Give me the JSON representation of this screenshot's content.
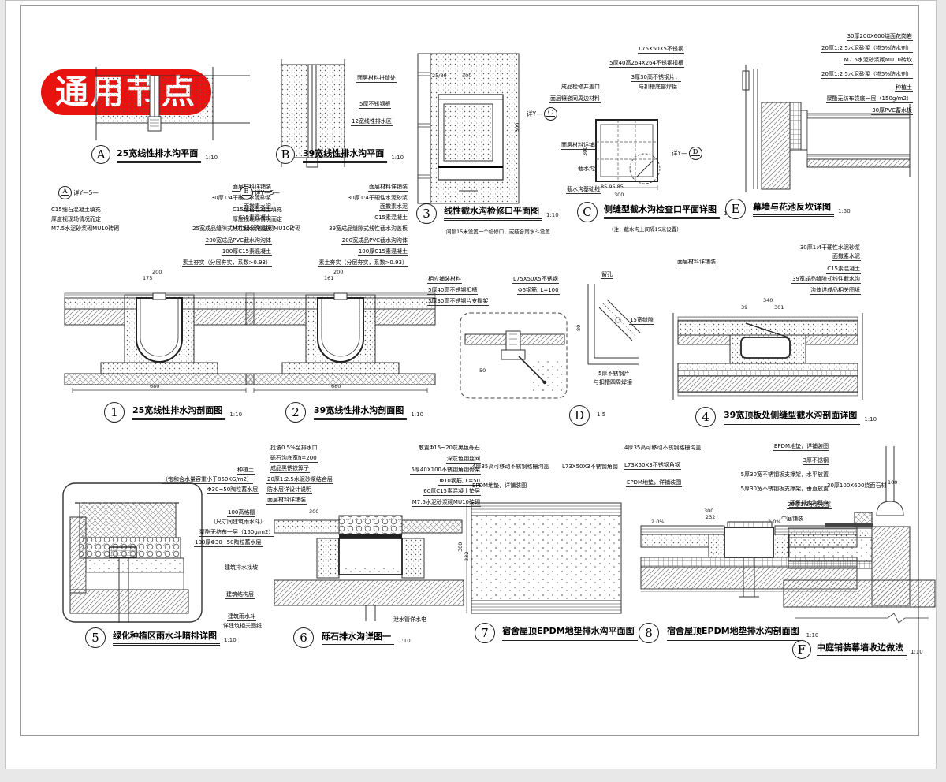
{
  "stamp": {
    "text": "通用节点"
  },
  "refs": {
    "y5": "详Y—5—",
    "y": "详Y—"
  },
  "details": {
    "A": {
      "sn": "A",
      "title": "25宽线性排水沟平面",
      "scale": "1:10"
    },
    "B": {
      "sn": "B",
      "title": "39宽线性排水沟平面",
      "scale": "1:10",
      "labels": [
        "面层材料拼缝处",
        "5厚不锈钢板",
        "12宽线性排水区"
      ]
    },
    "n3": {
      "sn": "3",
      "title": "线性截水沟检修口平面图",
      "scale": "1:10",
      "note": "间隔15米设置一个检修口，或结合雨水斗设置",
      "ref_circle": "C",
      "labels": [
        "成品检修井盖口",
        "面层镶嵌同周边材料",
        "面层材料详铺装",
        "截水沟缝",
        "截水沟基础线"
      ],
      "dims": [
        "25/39",
        "300",
        "300"
      ]
    },
    "C": {
      "sn": "C",
      "title": "侧缝型截水沟检查口平面详图",
      "scale": "1:10",
      "note": "（注：截水沟上间隔15米设置）",
      "ref_circle": "D",
      "labels": [
        "L75X50X5不锈钢",
        "5厚40高264X264不锈钢扣槽",
        "3厚30高不锈钢片，",
        "与扣槽底部焊接"
      ],
      "dims": [
        "300",
        "300",
        "85  95  85"
      ]
    },
    "E": {
      "sn": "E",
      "title": "幕墙与花池反坎详图",
      "scale": "1:50",
      "labels": [
        "30厚200X600烧面花岗岩",
        "20厚1:2.5水泥砂浆（掺5%防水剂）",
        "M7.5水泥砂浆砌MU10砖坎",
        "20厚1:2.5水泥砂浆（掺5%防水剂）",
        "种植土",
        "聚酯无纺布袋底一层（150g/m2）",
        "30厚PVC蓄水板"
      ]
    },
    "n1": {
      "sn": "1",
      "title": "25宽线性排水沟剖面图",
      "scale": "1:10",
      "ref_circle": "A",
      "side": [
        "C15细石混凝土填充",
        "厚度视现场情况而定",
        "M7.5水泥砂浆砌MU10砖砌"
      ],
      "labels": [
        "面层材料详铺装",
        "30厚1:4干硬性水泥砂浆",
        "面撒素水泥",
        "C15素混凝土",
        "25宽成品缝隙式线性截水沟盖板",
        "200宽成品PVC截水沟沟体",
        "100厚C15素混凝土",
        "素土夯实（分层夯实，系数>0.93）"
      ],
      "dims": [
        "200",
        "175",
        "680"
      ]
    },
    "n2": {
      "sn": "2",
      "title": "39宽线性排水沟剖面图",
      "scale": "1:10",
      "ref_circle": "B",
      "side": [
        "C15细石混凝土填充",
        "厚度视现场情况而定",
        "M7.5水泥砂浆砌MU10砖砌"
      ],
      "labels": [
        "面层材料详铺装",
        "30厚1:4干硬性水泥砂浆",
        "面撒素水泥",
        "C15素混凝土",
        "39宽成品缝隙式线性截水沟盖板",
        "200宽成品PVC截水沟沟体",
        "100厚C15素混凝土",
        "素土夯实（分层夯实，系数>0.93）"
      ],
      "dims": [
        "200",
        "161",
        "680"
      ]
    },
    "D": {
      "sn": "D",
      "scale": "1:5",
      "left_labels": [
        "相应铺装材料",
        "5厚40高不锈钢扣槽",
        "3厚30高不锈钢片支撑架"
      ],
      "right_labels": [
        "L75X50X5不锈钢",
        "Φ6钢筋, L=100"
      ],
      "sub_labels": [
        "留孔",
        "15宽缝隙",
        "5厚不锈钢片",
        "与扣槽四周焊接"
      ],
      "dims": [
        "50",
        "80"
      ]
    },
    "n4": {
      "sn": "4",
      "title": "39宽顶板处侧缝型截水沟剖面详图",
      "scale": "1:10",
      "left_label": "面层材料详铺装",
      "labels": [
        "30厚1:4干硬性水泥砂浆",
        "面撒素水泥",
        "C15素混凝土",
        "39宽成品缝隙式线性截水沟",
        "沟体详成品相关图纸"
      ],
      "dims": [
        "340",
        "39",
        "301"
      ]
    },
    "n5": {
      "sn": "5",
      "title": "绿化种植区雨水斗暗排详图",
      "scale": "1:10",
      "labels": [
        "种植土",
        "（饱和含水量容重小于850KG/m2）",
        "Φ30~50陶粒蓄水层",
        "100高格栅",
        "（尺寸同建筑雨水斗）",
        "聚酯无纺布一层（150g/m2）",
        "100厚Φ30~50陶粒蓄水层",
        "建筑排水找坡",
        "建筑结构层",
        "建筑雨水斗",
        "详建筑相关图纸"
      ]
    },
    "n6": {
      "sn": "6",
      "title": "砾石排水沟详图一",
      "scale": "1:10",
      "left_labels": [
        "找坡0.5%至排水口",
        "砾石沟底宽h=200",
        "成品黑锈铁箅子",
        "20厚1:2.5水泥砂浆结合层",
        "防水层详设计说明",
        "面层材料详铺装"
      ],
      "right_labels": [
        "散置Φ15~20灰黑色砾石",
        "深灰色钢丝网",
        "5厚40X100不锈钢角钢骨架",
        "Φ10钢筋, L=50",
        "60厚C15素混凝土垫层",
        "M7.5水泥砂浆砌MU10砖砌"
      ],
      "pipe_label": "泄水管详水电",
      "dims": [
        "300"
      ]
    },
    "n7": {
      "sn": "7",
      "title": "宿舍屋顶EPDM地垫排水沟平面图",
      "scale": "1:5",
      "labels": [
        "4厚35高可移动不锈钢格栅沟盖",
        "L73X50X3不锈钢角钢",
        "EPDM地垫，详铺装图"
      ],
      "dims": [
        "300",
        "232"
      ]
    },
    "n8": {
      "sn": "8",
      "title": "宿舍屋顶EPDM地垫排水沟剖面图",
      "scale": "1:10",
      "left_labels": [
        "4厚35高可移动不锈钢格栅沟盖",
        "L73X50X3不锈钢角钢",
        "EPDM地垫，详铺装图"
      ],
      "right_labels": [
        "EPDM地垫，详铺装图",
        "3厚不锈钢",
        "5厚30宽不锈钢板支撑架，水平放置",
        "5厚30宽不锈钢板支撑架，垂直放置",
        "硬质排水沟基座"
      ],
      "slope": "2.0%",
      "dims": [
        "300",
        "232"
      ]
    },
    "F": {
      "sn": "F",
      "title": "中庭铺装幕墙收边做法",
      "scale": "1:10",
      "labels": [
        "30厚100X600烧面石材",
        "20厚1:3水泥砂浆",
        "中庭铺装"
      ],
      "dims": [
        "100"
      ]
    }
  }
}
